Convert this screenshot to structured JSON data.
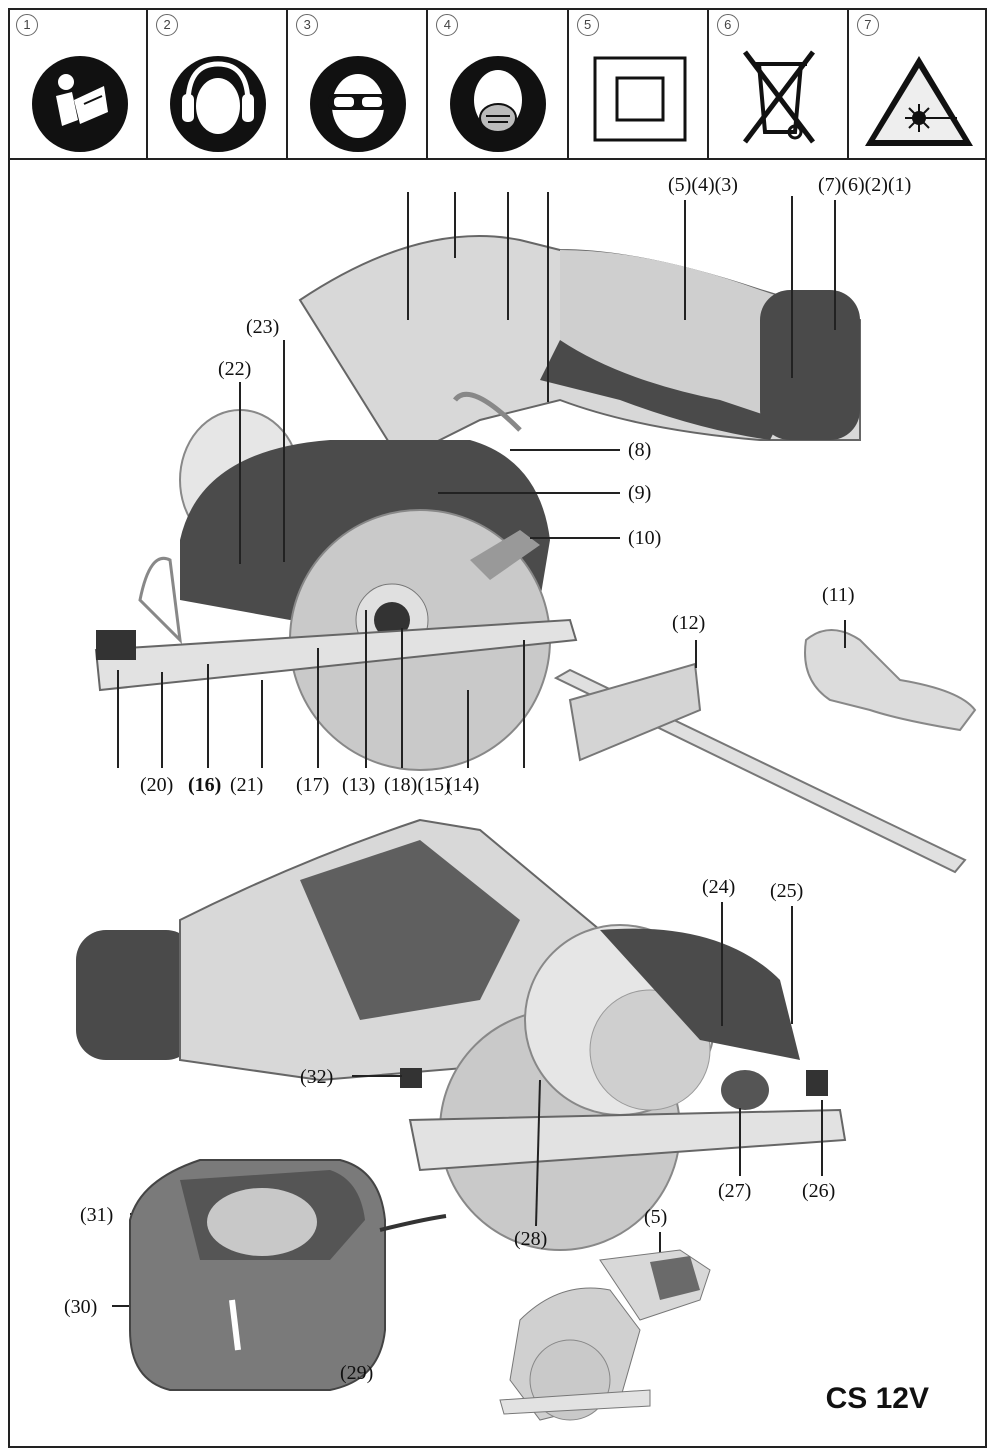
{
  "icons": [
    {
      "num": "1",
      "icon": "read-manual-icon"
    },
    {
      "num": "2",
      "icon": "ear-protection-icon"
    },
    {
      "num": "3",
      "icon": "eye-protection-icon"
    },
    {
      "num": "4",
      "icon": "dust-mask-icon"
    },
    {
      "num": "5",
      "icon": "protection-class-ii-icon"
    },
    {
      "num": "6",
      "icon": "weee-bin-icon"
    },
    {
      "num": "7",
      "icon": "laser-warning-icon"
    }
  ],
  "callouts": {
    "c543": "(5)(4)(3)",
    "c7621": "(7)(6)(2)(1)",
    "c23": "(23)",
    "c22": "(22)",
    "c8": "(8)",
    "c9": "(9)",
    "c10": "(10)",
    "c11": "(11)",
    "c12": "(12)",
    "c20": "(20)",
    "c16": "(16)",
    "c21": "(21)",
    "c17": "(17)",
    "c13": "(13)",
    "c18_15": "(18)(15)",
    "c14": "(14)",
    "c24": "(24)",
    "c25": "(25)",
    "c32": "(32)",
    "c27": "(27)",
    "c26": "(26)",
    "c31": "(31)",
    "c5": "(5)",
    "c28": "(28)",
    "c30": "(30)",
    "c29": "(29)"
  },
  "model": "CS 12V"
}
